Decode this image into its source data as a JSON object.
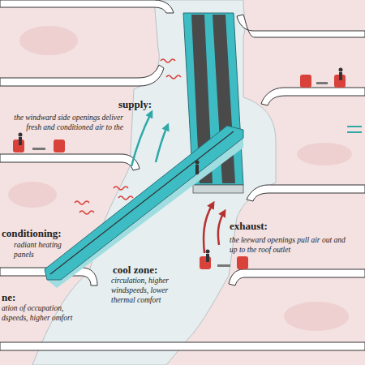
{
  "diagram": {
    "labels": [
      "supply:",
      "the windward side openings deliver fresh and conditioned air to the",
      "conditioning:",
      "radiant heating panels",
      "exhaust:",
      "the leeward openings pull air out and up to the roof outlet",
      "cool zone:",
      "circulation, higher windspeeds, lower thermal comfort",
      "ne:",
      "ation of occupation, dspeeds, higher omfort"
    ]
  }
}
